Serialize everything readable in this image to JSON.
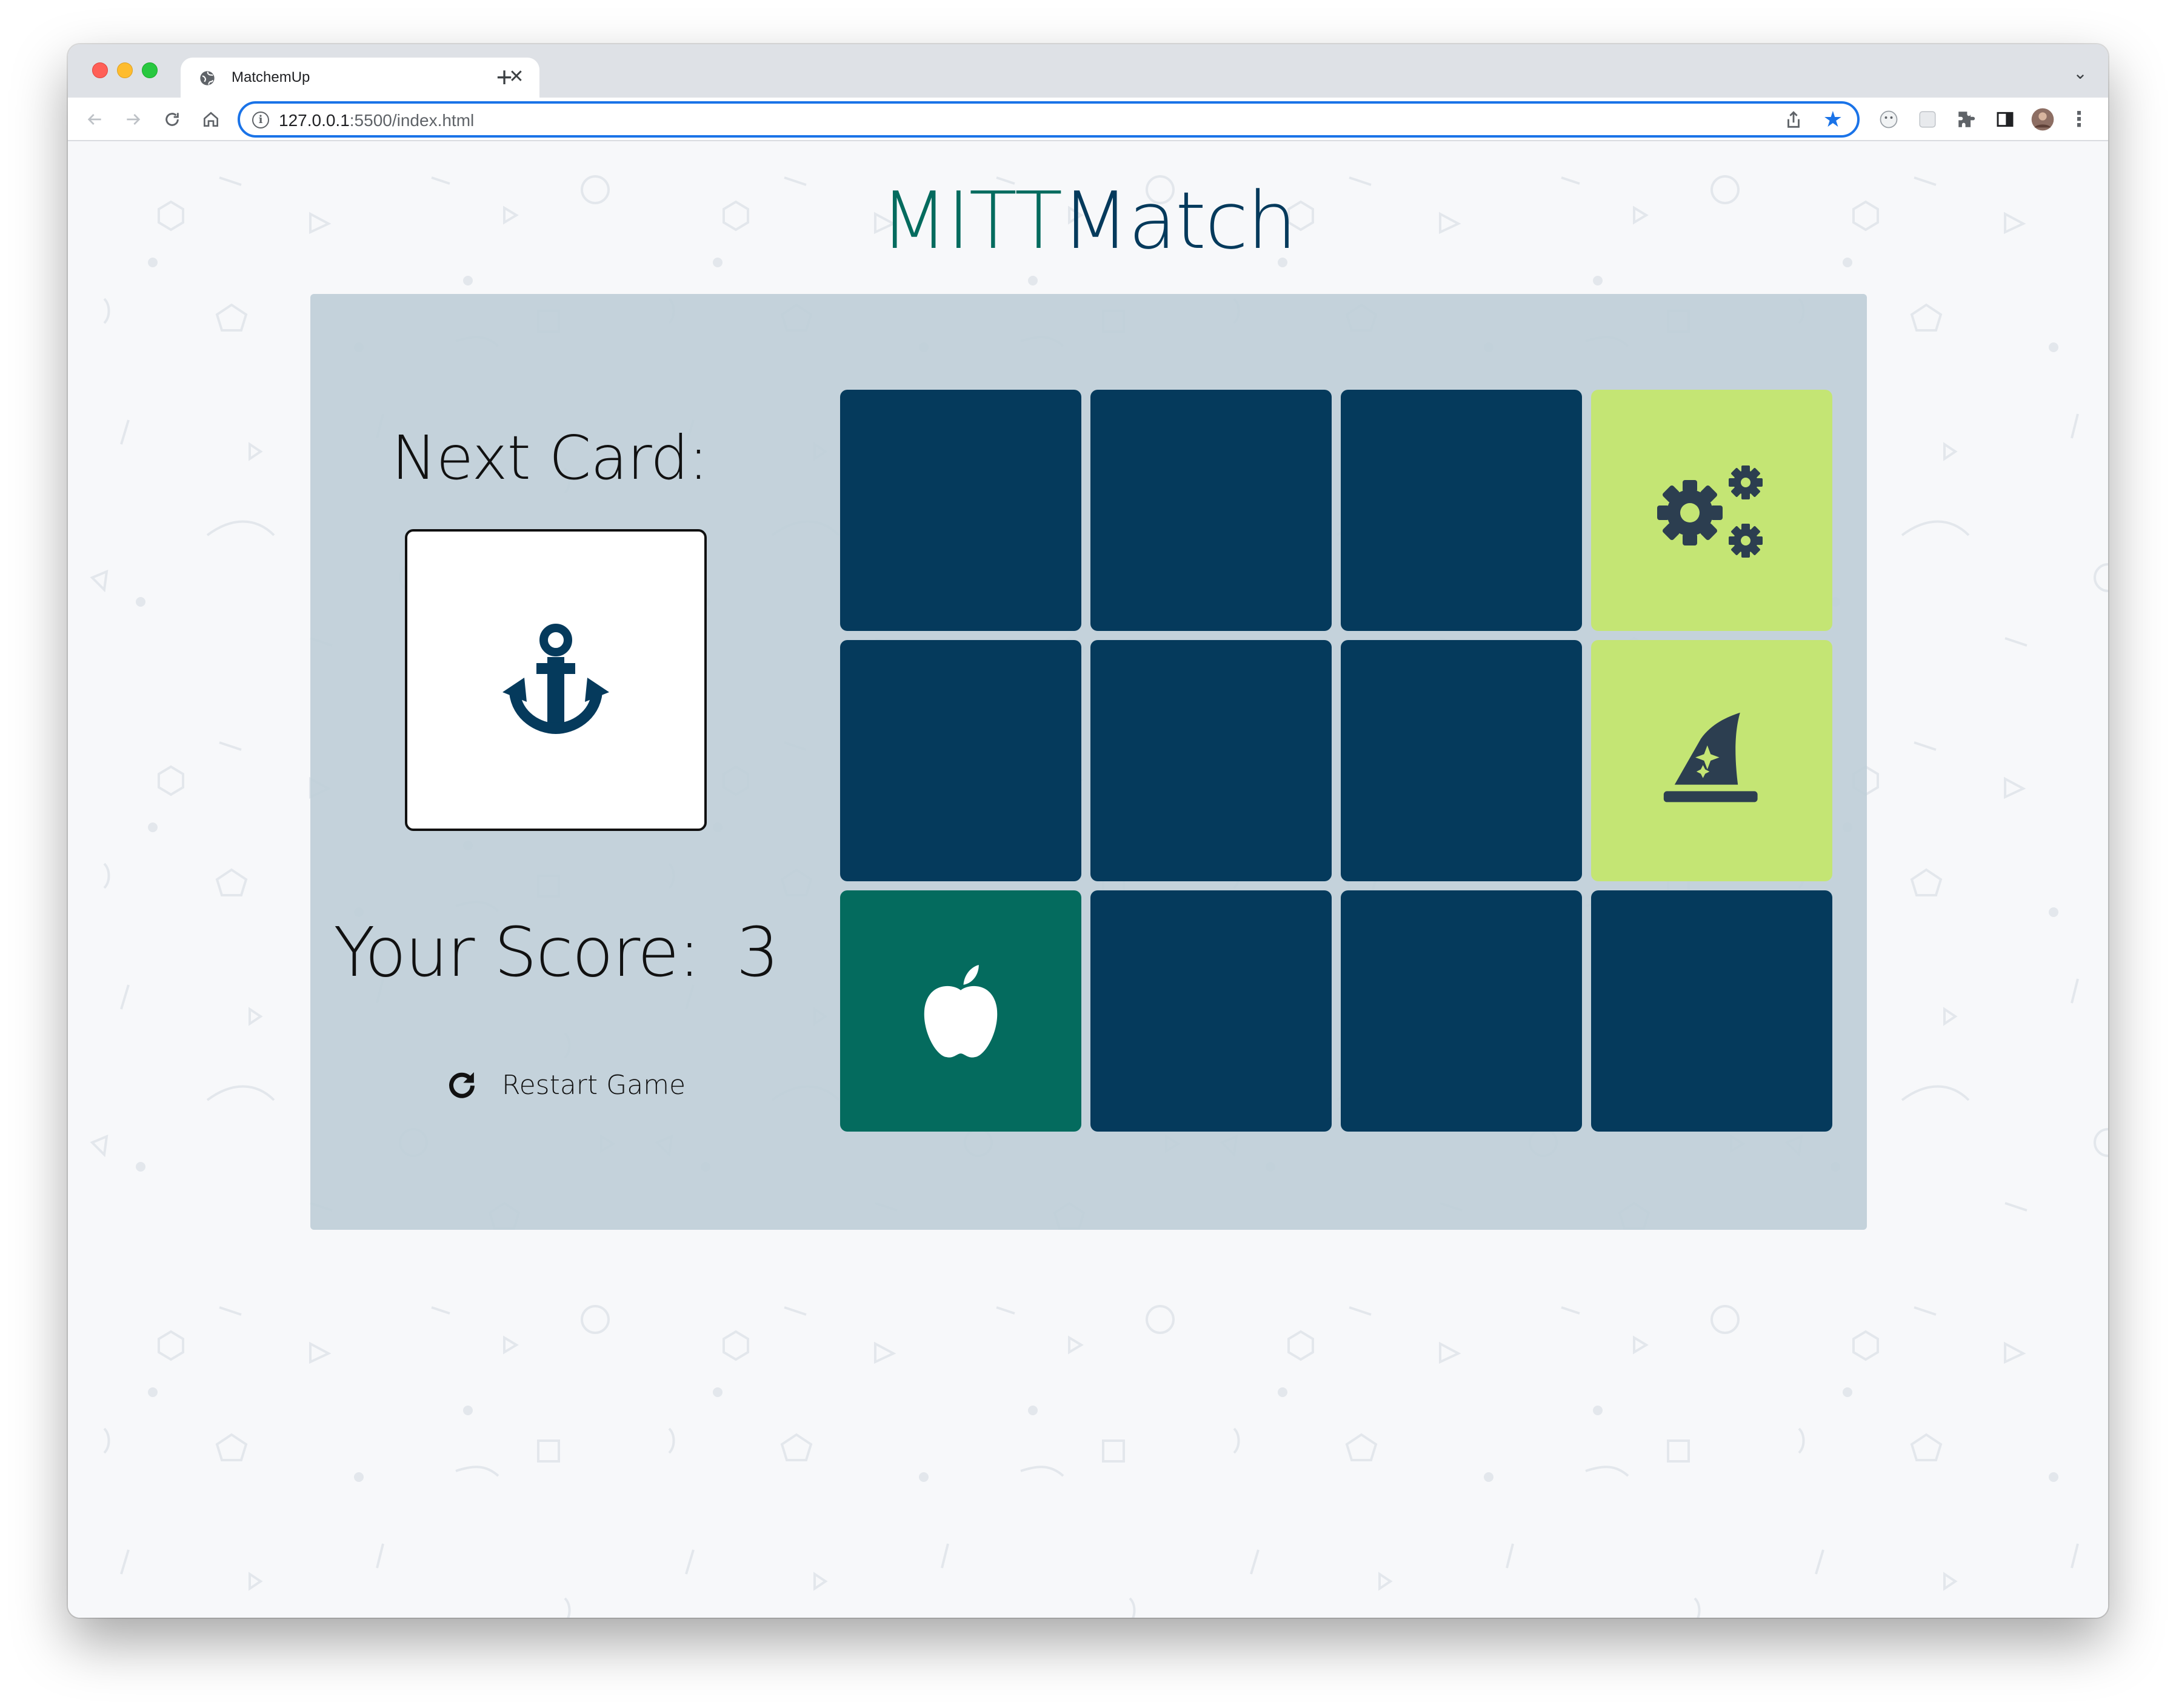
{
  "browser": {
    "tab_title": "MatchemUp",
    "tab_close": "✕",
    "new_tab": "+",
    "tab_menu": "⌄",
    "url_host": "127.0.0.1",
    "url_rest": ":5500/index.html",
    "info": "i",
    "bookmark_star": "★",
    "menu": "⋮"
  },
  "app": {
    "title_part1": "MITT",
    "title_part2": "Match",
    "next_card_label": "Next Card:",
    "next_card_icon": "anchor-icon",
    "score_label": "Your Score:",
    "score_value": "3",
    "restart_label": "Restart Game"
  },
  "colors": {
    "card_back": "#053a5c",
    "card_matched": "#c4e574",
    "card_current": "#046b5e",
    "title_accent": "#046b5e",
    "title_main": "#053a5c"
  },
  "grid": {
    "rows": 3,
    "cols": 4,
    "cards": [
      {
        "state": "hidden",
        "icon": ""
      },
      {
        "state": "hidden",
        "icon": ""
      },
      {
        "state": "hidden",
        "icon": ""
      },
      {
        "state": "matched",
        "icon": "gears-icon"
      },
      {
        "state": "hidden",
        "icon": ""
      },
      {
        "state": "hidden",
        "icon": ""
      },
      {
        "state": "hidden",
        "icon": ""
      },
      {
        "state": "matched",
        "icon": "wizard-hat-icon"
      },
      {
        "state": "revealed",
        "icon": "apple-icon"
      },
      {
        "state": "hidden",
        "icon": ""
      },
      {
        "state": "hidden",
        "icon": ""
      },
      {
        "state": "hidden",
        "icon": ""
      }
    ]
  }
}
